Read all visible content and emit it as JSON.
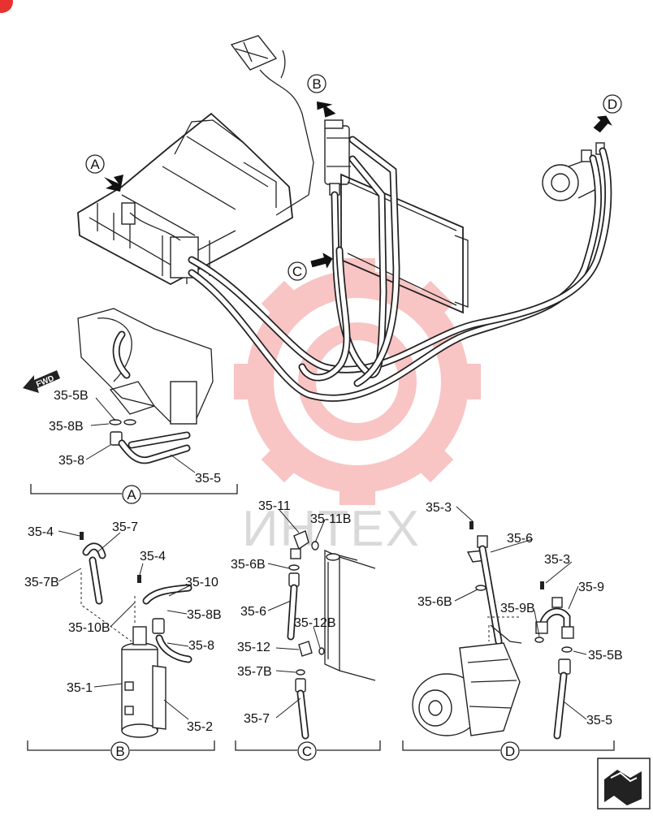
{
  "watermark": "ИНТЕХ",
  "fwd_label": "FWD",
  "callouts": {
    "a": "A",
    "b": "B",
    "c": "C",
    "d": "D"
  },
  "views": {
    "a": "A",
    "b": "B",
    "c": "C",
    "d": "D"
  },
  "labels": {
    "l_35_5b_a": "35-5B",
    "l_35_8b_a": "35-8B",
    "l_35_8": "35-8",
    "l_35_5_a": "35-5",
    "l_35_4_top": "35-4",
    "l_35_7": "35-7",
    "l_35_7b": "35-7B",
    "l_35_4_mid": "35-4",
    "l_35_10": "35-10",
    "l_35_10b": "35-10B",
    "l_35_8b_b": "35-8B",
    "l_35_8_b": "35-8",
    "l_35_1": "35-1",
    "l_35_2": "35-2",
    "l_35_11": "35-11",
    "l_35_11b": "35-11B",
    "l_35_6b_c": "35-6B",
    "l_35_6_c": "35-6",
    "l_35_12b": "35-12B",
    "l_35_12": "35-12",
    "l_35_7b_c": "35-7B",
    "l_35_7_c": "35-7",
    "l_35_3_top": "35-3",
    "l_35_6_d": "35-6",
    "l_35_3_mid": "35-3",
    "l_35_9": "35-9",
    "l_35_6b_d": "35-6B",
    "l_35_9b": "35-9B",
    "l_35_5b_d": "35-5B",
    "l_35_5_d": "35-5"
  }
}
